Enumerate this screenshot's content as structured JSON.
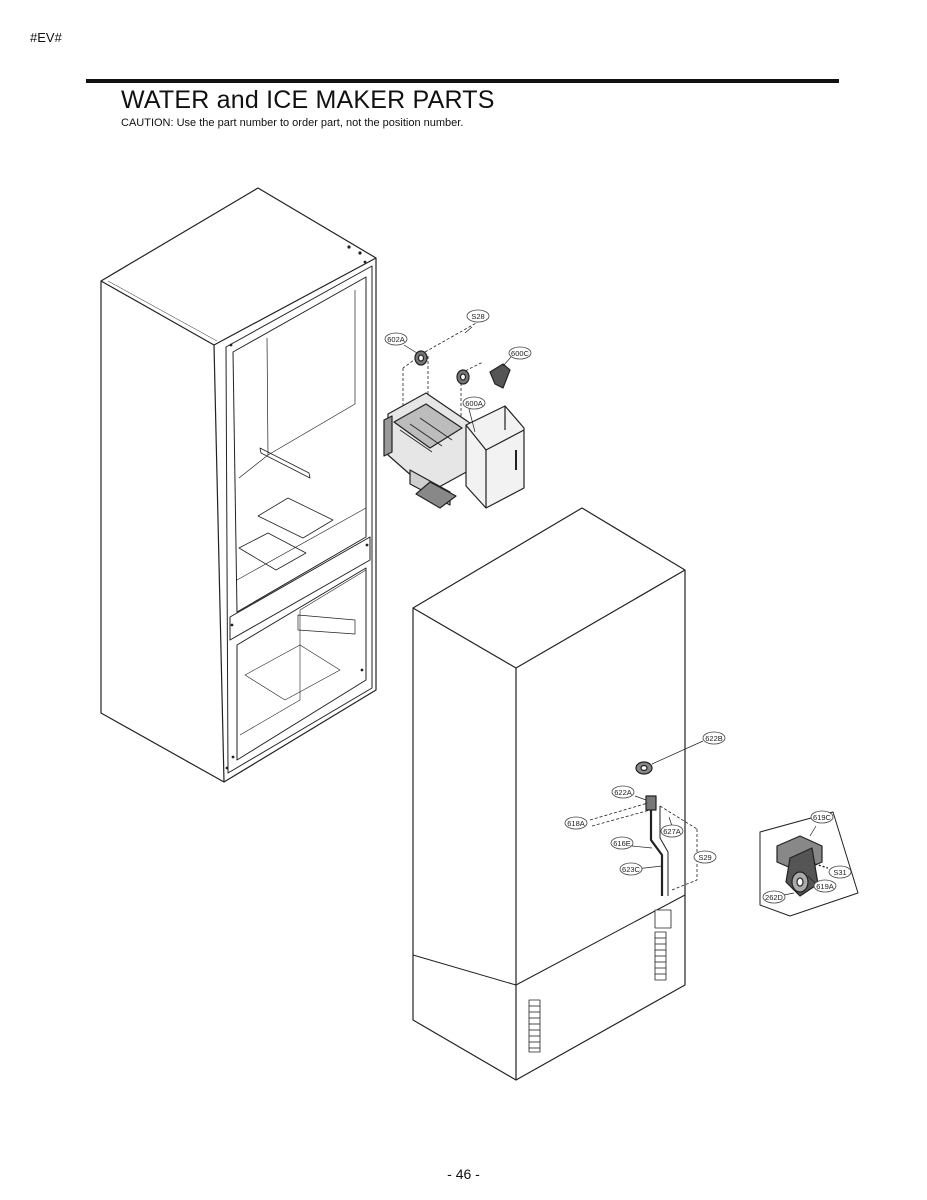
{
  "header": {
    "doc_id": "#EV#",
    "title": "WATER and ICE MAKER  PARTS",
    "caution": "CAUTION: Use the part number to order part, not the position number."
  },
  "callouts": {
    "s28": "S28",
    "p602a": "602A",
    "p600c": "600C",
    "p600a": "600A",
    "p622b": "622B",
    "p622a": "622A",
    "p618a": "618A",
    "p627a": "627A",
    "p616e": "616E",
    "s29": "S29",
    "p623c": "623C",
    "p619c": "619C",
    "s31": "S31",
    "p619a": "619A",
    "p262d": "262D"
  },
  "footer": {
    "page_number": "- 46 -"
  }
}
